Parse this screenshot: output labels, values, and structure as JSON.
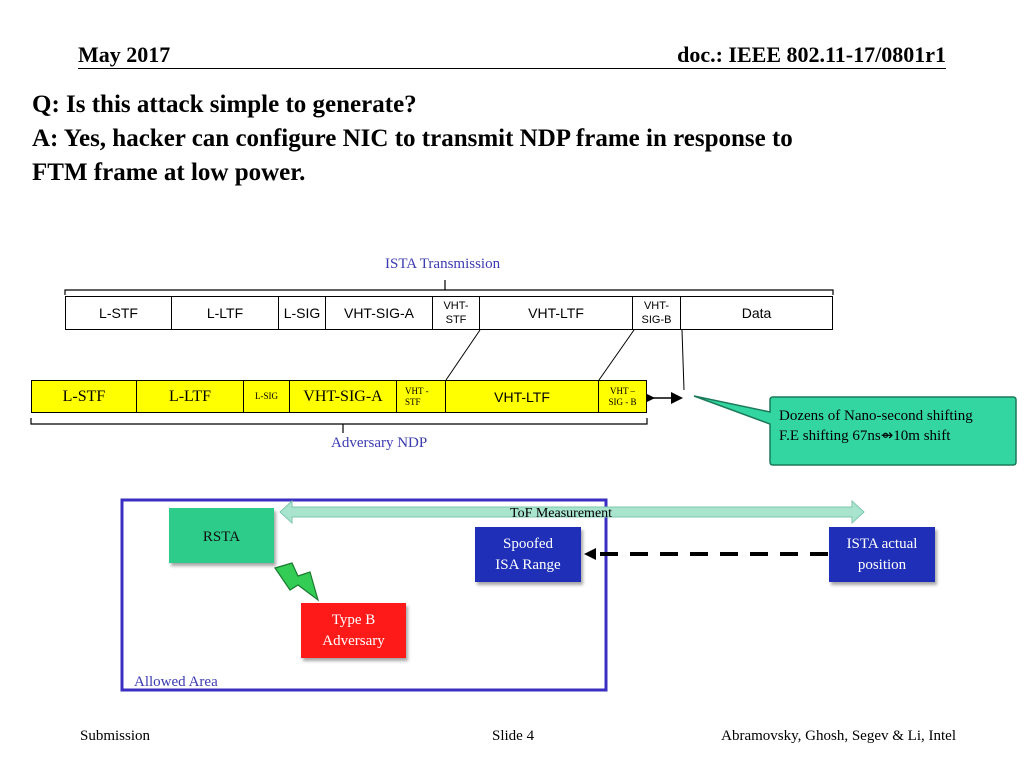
{
  "header": {
    "left": "May 2017",
    "right": "doc.: IEEE 802.11-17/0801r1"
  },
  "qa": {
    "question": "Q: Is this attack simple to generate?",
    "answer_line1": "A: Yes, hacker can configure NIC to transmit NDP frame in response to",
    "answer_line2": "FTM frame at low power."
  },
  "ista": {
    "title": "ISTA Transmission",
    "fields": [
      "L-STF",
      "L-LTF",
      "L-SIG",
      "VHT-SIG-A",
      "VHT-STF",
      "VHT-LTF",
      "VHT-SIG-B",
      "Data"
    ],
    "split_labels": {
      "vht_stf": [
        "VHT-",
        "STF"
      ],
      "vht_sig_b": [
        "VHT-",
        "SIG-B"
      ]
    }
  },
  "adversary": {
    "title": "Adversary NDP",
    "fields": [
      "L-STF",
      "L-LTF",
      "L-SIG",
      "VHT-SIG-A",
      "VHT-LTF"
    ],
    "split_labels": {
      "vht_stf": [
        "VHT -",
        "STF"
      ],
      "vht_sig_b": [
        "VHT –",
        "SIG - B"
      ]
    }
  },
  "callout": {
    "line1": "Dozens of Nano-second shifting",
    "line2": "F.E shifting 67ns⇴10m shift"
  },
  "scenario": {
    "tof": "ToF Measurement",
    "rsta": "RSTA",
    "spoofed": [
      "Spoofed",
      "ISA Range"
    ],
    "ista_actual": [
      "ISTA actual",
      "position"
    ],
    "adversary": [
      "Type B",
      "Adversary"
    ],
    "allowed_area": "Allowed Area"
  },
  "colors": {
    "green_node": "#2ecc8a",
    "blue_node": "#1f2fb8",
    "red_node": "#ff1a1a",
    "callout_fill": "#33d6a0",
    "adversary_fill": "#ffff00",
    "area_border": "#3a2fc0"
  },
  "footer": {
    "left": "Submission",
    "center": "Slide 4",
    "right": "Abramovsky, Ghosh, Segev & Li, Intel"
  }
}
